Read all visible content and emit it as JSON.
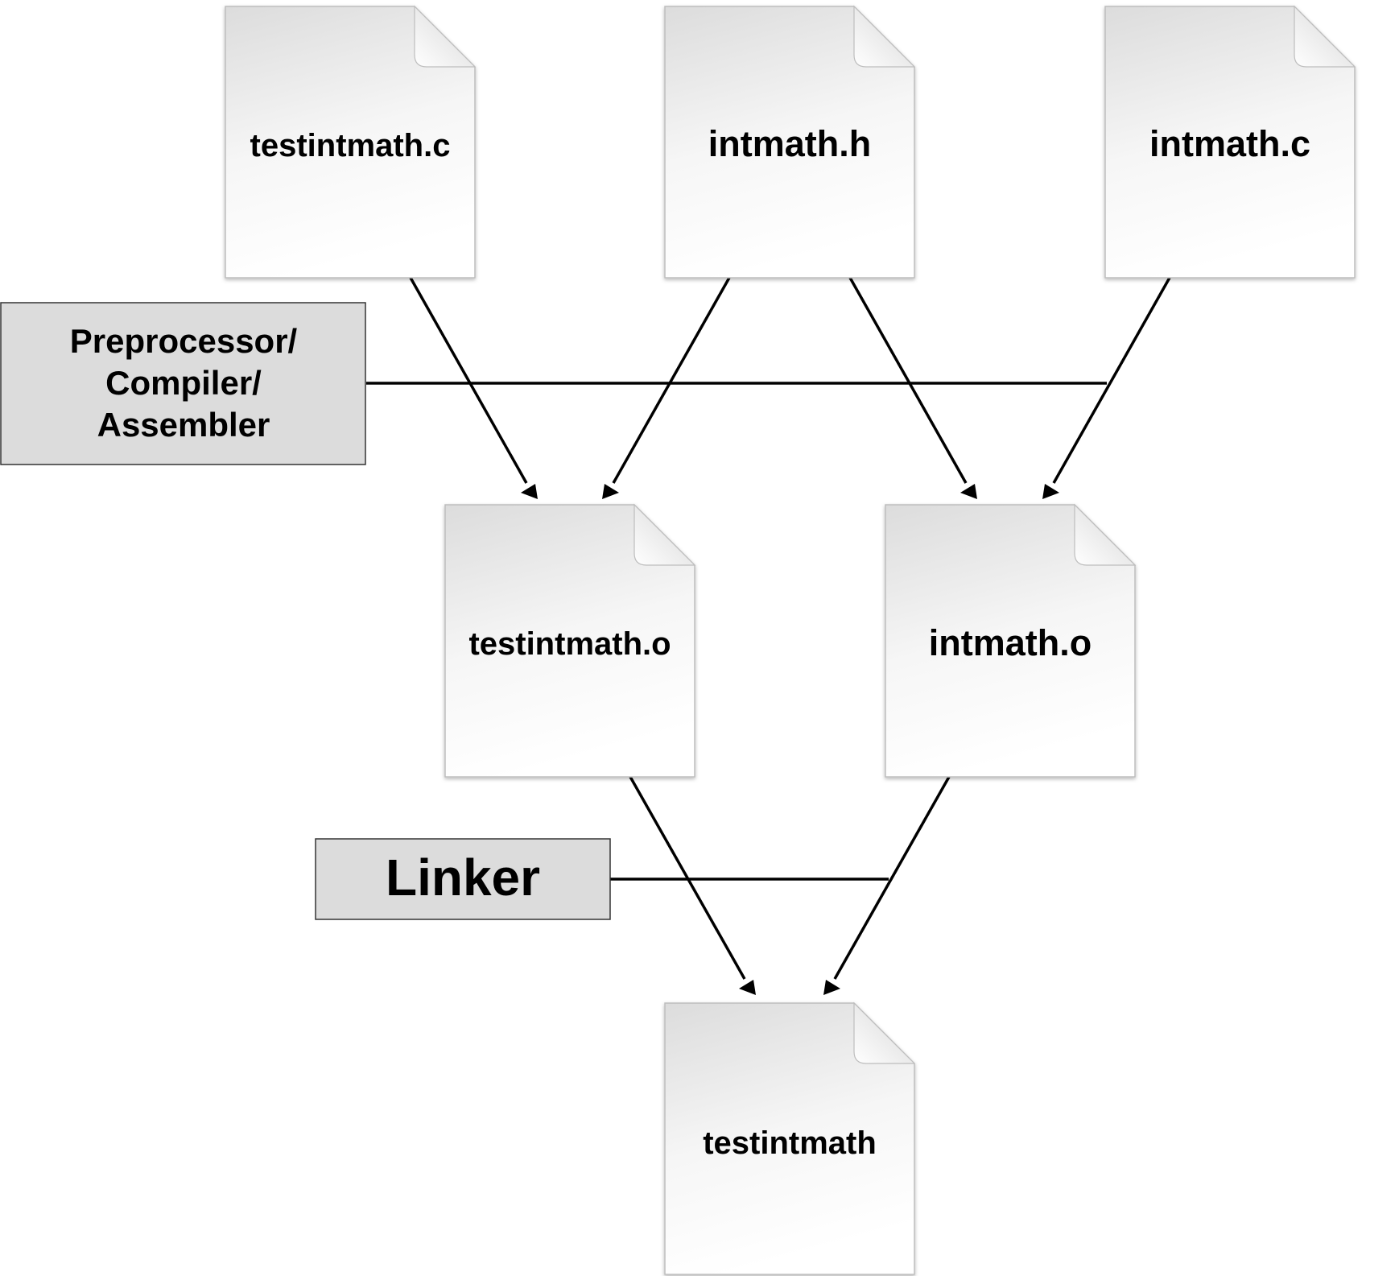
{
  "files": {
    "testintmath_c": "testintmath.c",
    "intmath_h": "intmath.h",
    "intmath_c": "intmath.c",
    "testintmath_o": "testintmath.o",
    "intmath_o": "intmath.o",
    "testintmath": "testintmath"
  },
  "stages": {
    "compile": [
      "Preprocessor/",
      "Compiler/",
      "Assembler"
    ],
    "link": "Linker"
  },
  "colors": {
    "stage_fill": "#dcdcdc",
    "line": "#000000",
    "page_edge": "#c8c8c8",
    "page_top": "#e2e2e2",
    "page_bottom": "#ffffff"
  },
  "edges": [
    [
      "testintmath.c",
      "testintmath.o"
    ],
    [
      "intmath.h",
      "testintmath.o"
    ],
    [
      "intmath.h",
      "intmath.o"
    ],
    [
      "intmath.c",
      "intmath.o"
    ],
    [
      "testintmath.o",
      "testintmath"
    ],
    [
      "intmath.o",
      "testintmath"
    ]
  ]
}
